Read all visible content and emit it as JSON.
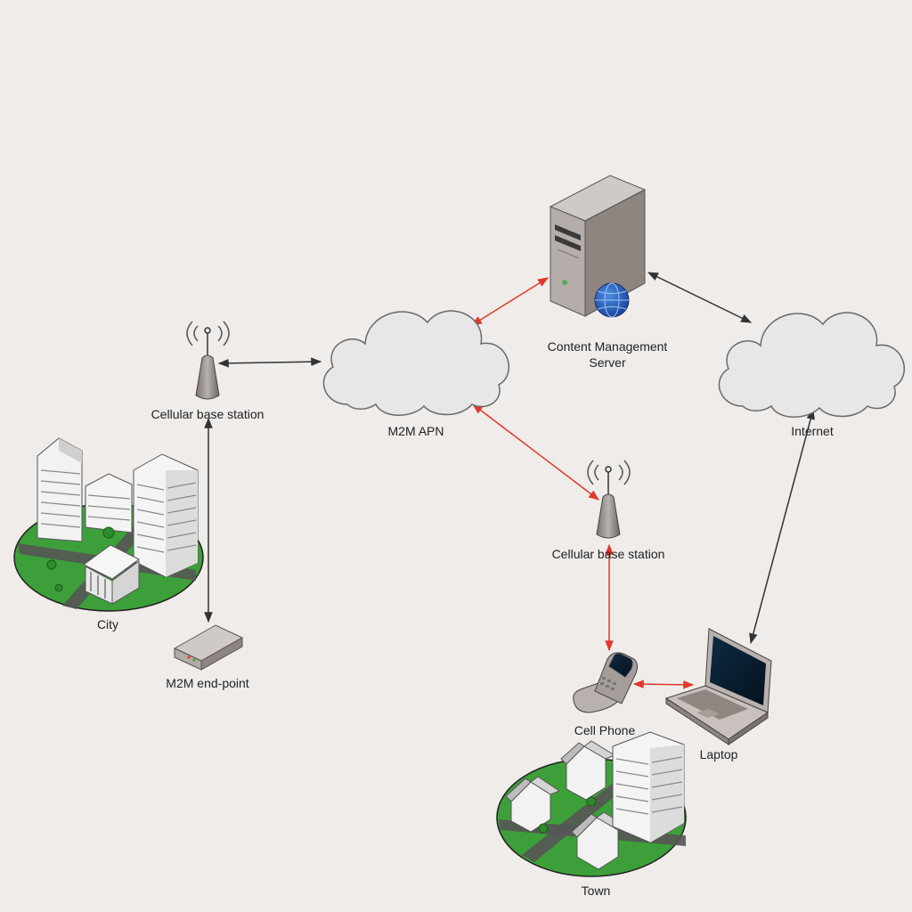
{
  "nodes": {
    "base_station_left": "Cellular base station",
    "m2m_apn": "M2M APN",
    "server": "Content Management Server",
    "internet": "Internet",
    "city": "City",
    "m2m_endpoint": "M2M end-point",
    "base_station_right": "Cellular base station",
    "cell_phone": "Cell Phone",
    "laptop": "Laptop",
    "town": "Town"
  },
  "colors": {
    "red_link": "#e0382b",
    "black_link": "#333333",
    "cloud": "#e6e6e6",
    "grass": "#3d9f3a",
    "road": "#555555"
  },
  "links": [
    {
      "from": "base_station_left",
      "to": "m2m_apn",
      "color": "black_link"
    },
    {
      "from": "base_station_left",
      "to": "m2m_endpoint",
      "color": "black_link"
    },
    {
      "from": "m2m_apn",
      "to": "server",
      "color": "red_link"
    },
    {
      "from": "server",
      "to": "internet",
      "color": "black_link"
    },
    {
      "from": "m2m_apn",
      "to": "base_station_right",
      "color": "red_link"
    },
    {
      "from": "base_station_right",
      "to": "cell_phone",
      "color": "red_link"
    },
    {
      "from": "cell_phone",
      "to": "laptop",
      "color": "red_link"
    },
    {
      "from": "internet",
      "to": "laptop",
      "color": "black_link"
    }
  ]
}
